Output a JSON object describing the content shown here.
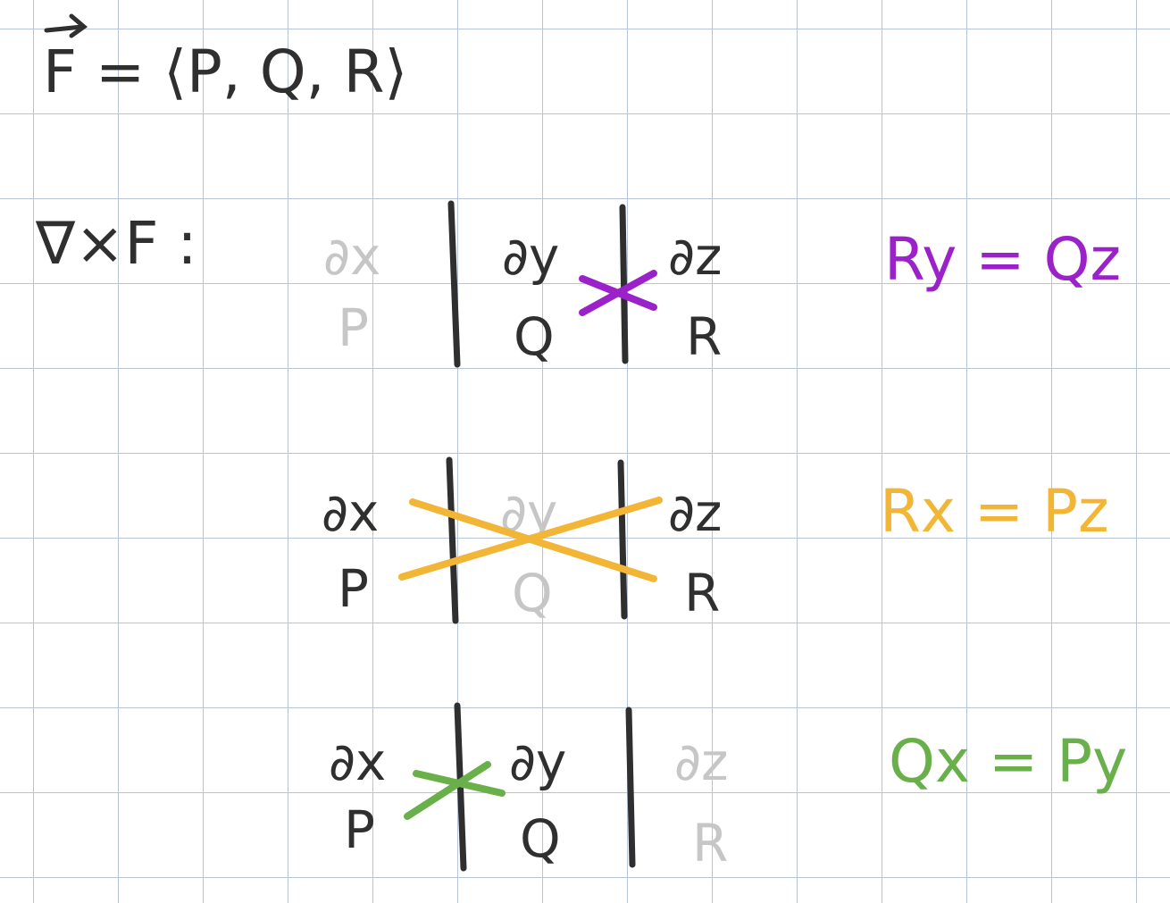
{
  "header": {
    "vector_field": "F = ⟨P, Q, R⟩",
    "curl_label": "∇×F :"
  },
  "matrices": [
    {
      "cells": {
        "dx": "∂x",
        "dy": "∂y",
        "dz": "∂z",
        "p": "P",
        "q": "Q",
        "r": "R"
      },
      "condition": "Ry = Qz",
      "color": "#9a22c8"
    },
    {
      "cells": {
        "dx": "∂x",
        "dy": "∂y",
        "dz": "∂z",
        "p": "P",
        "q": "Q",
        "r": "R"
      },
      "condition": "Rx = Pz",
      "color": "#f2b536"
    },
    {
      "cells": {
        "dx": "∂x",
        "dy": "∂y",
        "dz": "∂z",
        "p": "P",
        "q": "Q",
        "r": "R"
      },
      "condition": "Qx = Py",
      "color": "#69b04a"
    }
  ]
}
